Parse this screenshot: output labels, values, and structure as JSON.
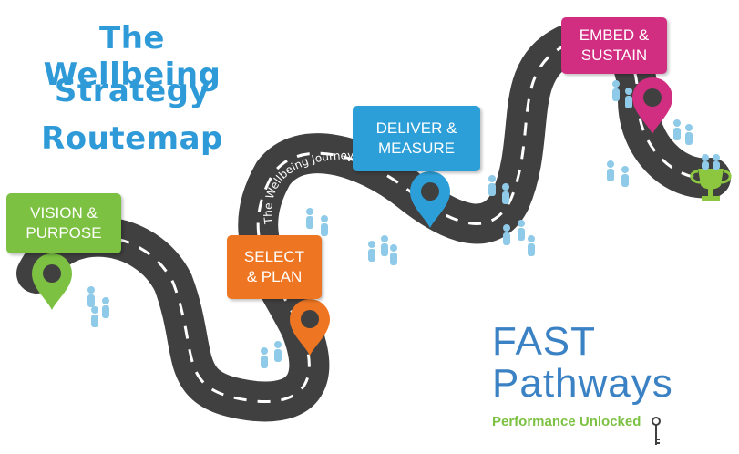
{
  "title": {
    "line1": "The Wellbeing",
    "line2": "Strategy",
    "line3": "Routemap"
  },
  "road_label": "The Wellbeing Journey",
  "stages": [
    {
      "line1": "VISION &",
      "line2": "PURPOSE",
      "color": "#7cc142"
    },
    {
      "line1": "SELECT",
      "line2": "& PLAN",
      "color": "#ee7623"
    },
    {
      "line1": "DELIVER &",
      "line2": "MEASURE",
      "color": "#2d9fd8"
    },
    {
      "line1": "EMBED &",
      "line2": "SUSTAIN",
      "color": "#d12e82"
    }
  ],
  "brand": {
    "line1": "FAST",
    "line2": "Pathways",
    "tagline": "Performance Unlocked",
    "color": "#3b82c4",
    "tagline_color": "#7cc142"
  },
  "colors": {
    "road": "#404040",
    "title": "#2f9ad8",
    "people": "#8fcbe8",
    "trophy": "#8dc63f"
  },
  "icons": [
    "map-pin-icon",
    "person-icon",
    "trophy-icon",
    "key-icon"
  ]
}
